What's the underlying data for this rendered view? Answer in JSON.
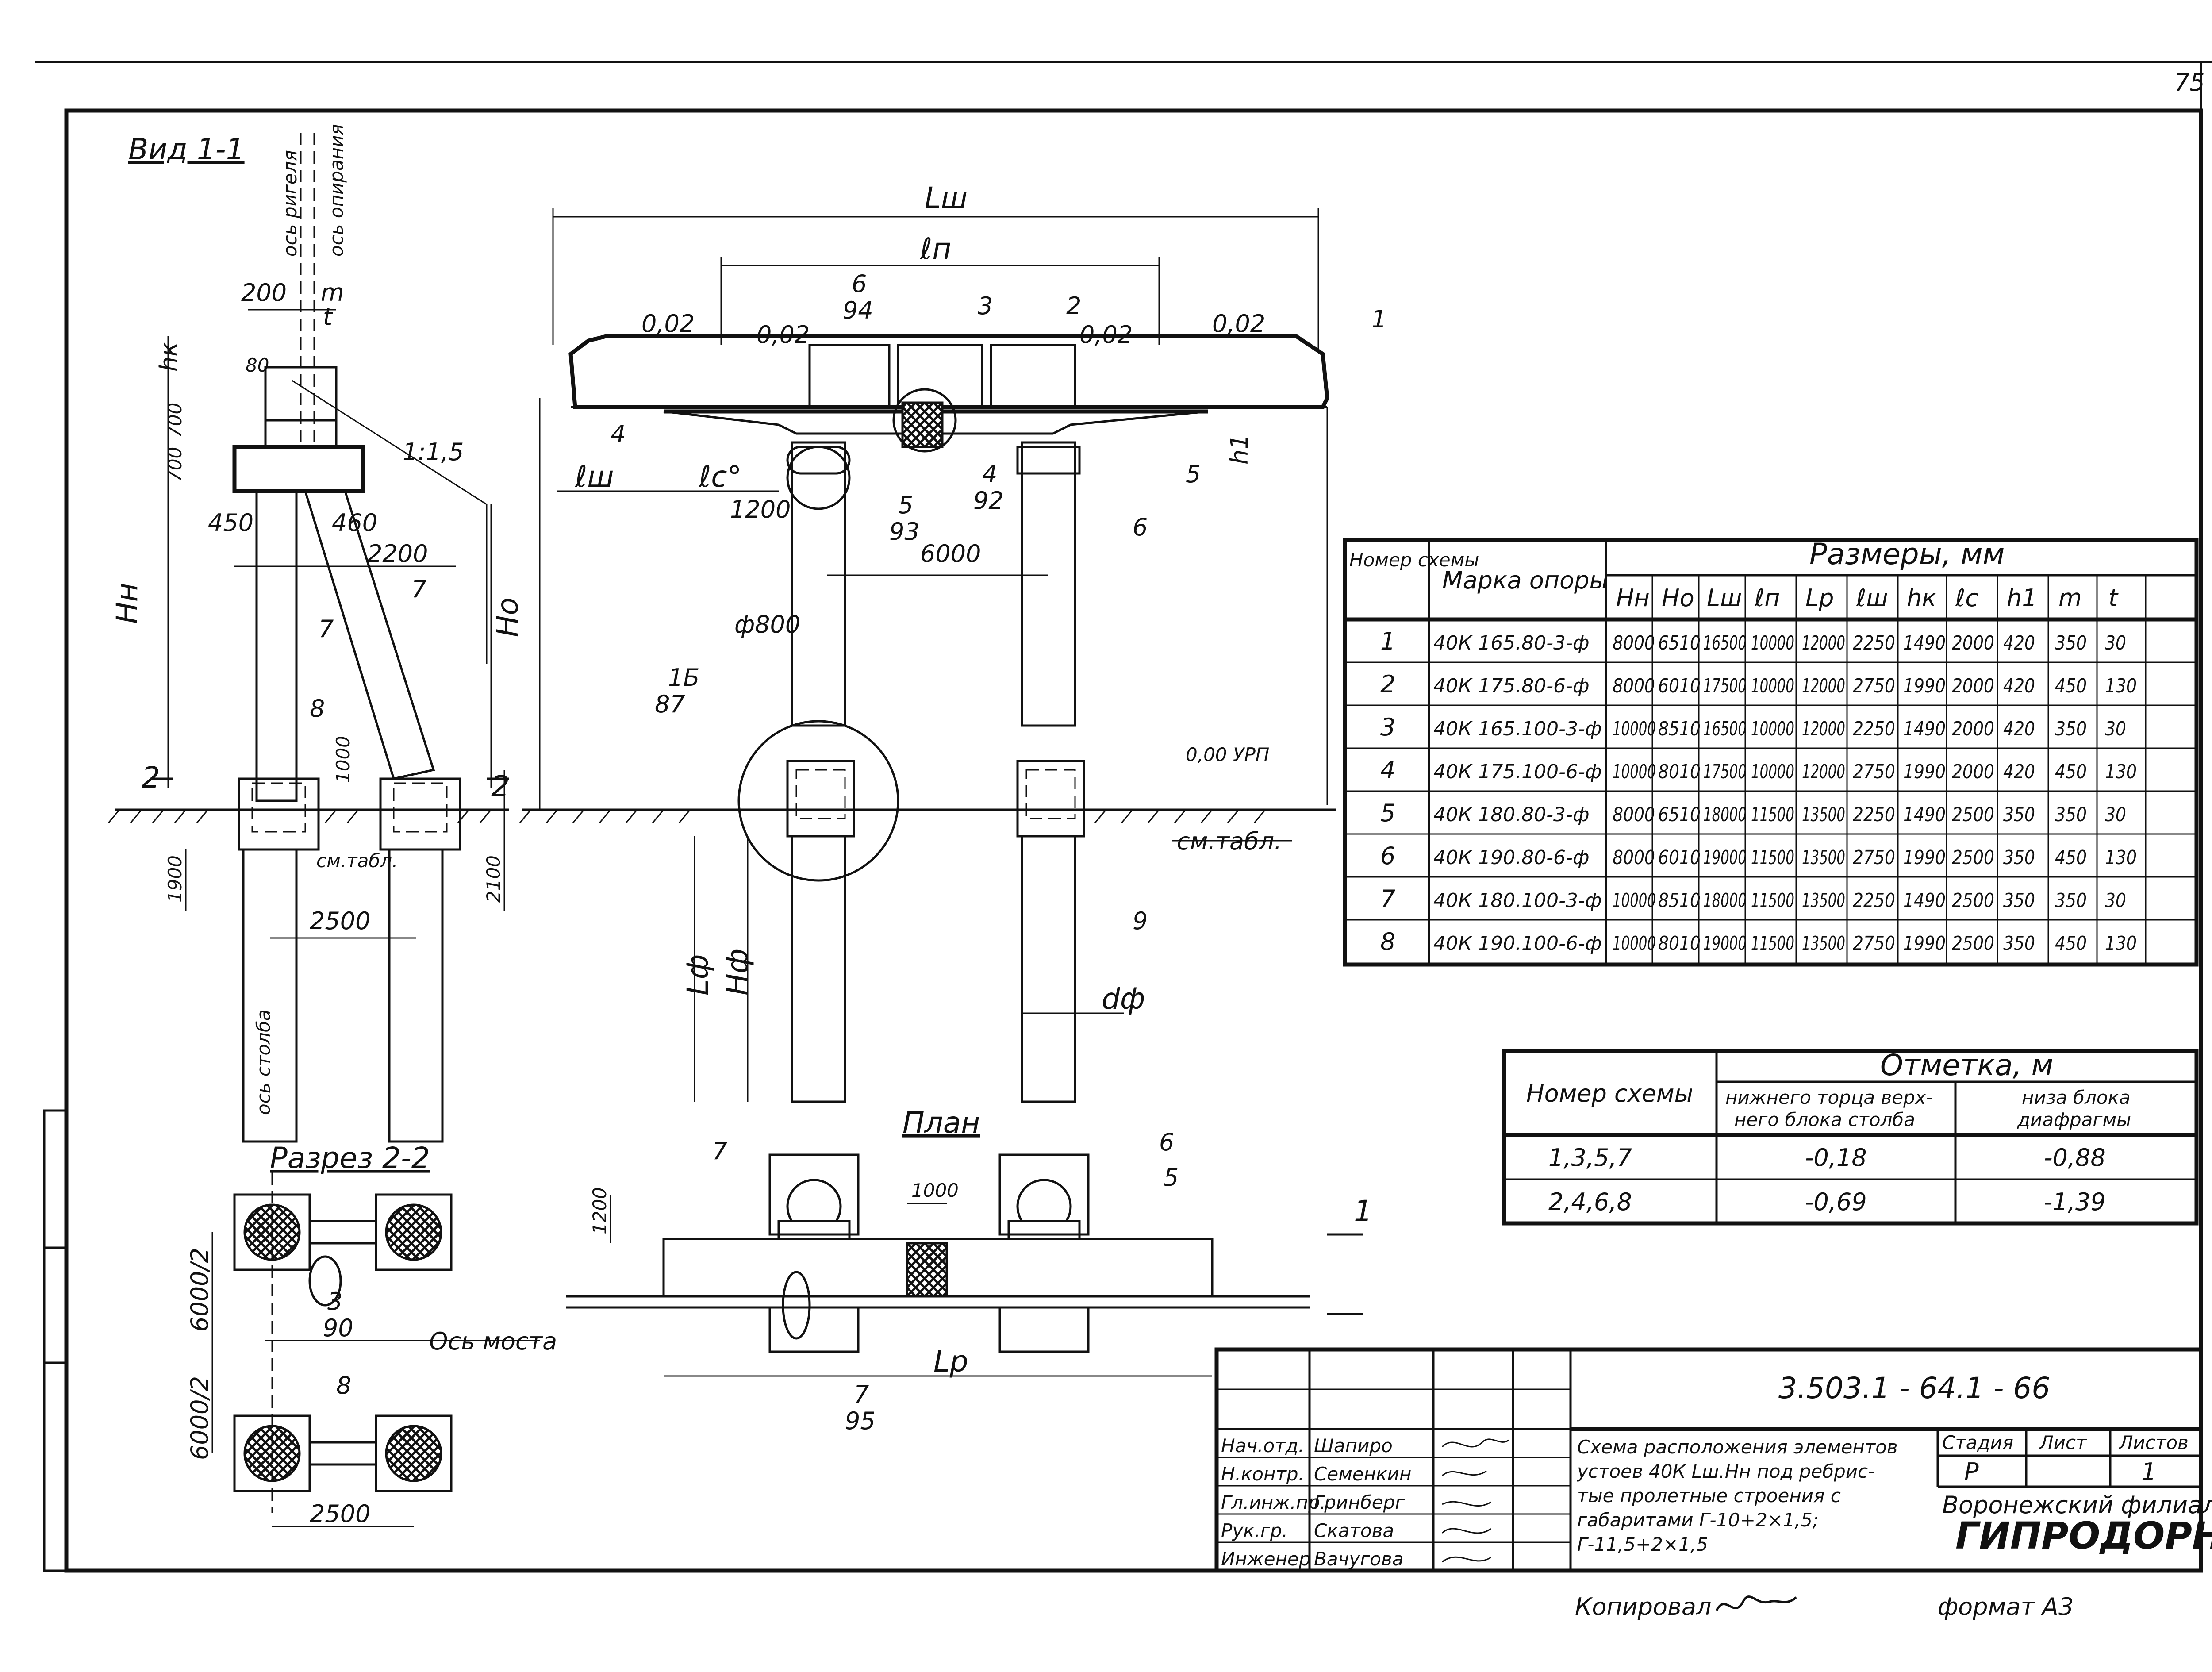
{
  "page_number": "75",
  "view_title": "Вид 1-1",
  "section_title": "Разрез 2-2",
  "plan_title": "План",
  "axis_labels": {
    "girder_axis": "ось ригеля",
    "support_axis": "ось опирания",
    "pillar_axis": "ось столба",
    "bridge_axis": "Ось моста"
  },
  "dimensions": {
    "L_sh": "Lш",
    "l_p": "ℓп",
    "l_sh": "ℓш",
    "l_c": "ℓс°",
    "d200": "200",
    "m": "m",
    "t": "t",
    "d80": "80",
    "h_k": "hк",
    "d700a": "700",
    "d700b": "700",
    "slope": "1:1,5",
    "d450": "450",
    "d460": "460",
    "d2200": "2200",
    "H_n": "Нн",
    "H_o": "Но",
    "d1900": "1900",
    "d2100": "2100",
    "d2500a": "2500",
    "d1000": "1000",
    "d1200": "1200",
    "d6000": "6000",
    "phi800": "ф800",
    "h1": "h1",
    "L_f": "Lф",
    "H_f": "Нф",
    "d_f": "dф",
    "L_p": "Lр",
    "d1000plan": "1000",
    "d1200plan": "1200",
    "d6000_2a": "6000/2",
    "d6000_2b": "6000/2",
    "d2500b": "2500",
    "slope_002_a": "0,02",
    "slope_002_b": "0,02",
    "slope_002_c": "0,02",
    "slope_002_d": "0,02",
    "level_000": "0,00 УРП",
    "see_table_a": "см.табл.",
    "see_table_b": "см.табл."
  },
  "callouts": [
    {
      "num": "1"
    },
    {
      "num": "2"
    },
    {
      "num": "3"
    },
    {
      "num": "4"
    },
    {
      "num": "5"
    },
    {
      "num": "6"
    },
    {
      "num": "7"
    },
    {
      "num": "8"
    },
    {
      "num": "9"
    }
  ],
  "refs": [
    {
      "top": "6",
      "bottom": "94"
    },
    {
      "top": "4",
      "bottom": "92"
    },
    {
      "top": "5",
      "bottom": "93"
    },
    {
      "top": "1Б",
      "bottom": "87"
    },
    {
      "top": "3",
      "bottom": "90"
    },
    {
      "top": "7",
      "bottom": "95"
    }
  ],
  "section_mark": "1",
  "section_mark_2": "2",
  "dimensions_table": {
    "header_scheme": "Номер схемы",
    "header_mark": "Марка опоры",
    "header_sizes": "Размеры, мм",
    "columns": [
      "Нн",
      "Но",
      "Lш",
      "ℓп",
      "Lр",
      "ℓш",
      "hк",
      "ℓс",
      "h1",
      "m",
      "t"
    ],
    "rows": [
      {
        "n": "1",
        "mark": "40К 165.80-3-ф",
        "v": [
          "8000",
          "6510",
          "16500",
          "10000",
          "12000",
          "2250",
          "1490",
          "2000",
          "420",
          "350",
          "30"
        ]
      },
      {
        "n": "2",
        "mark": "40К 175.80-6-ф",
        "v": [
          "8000",
          "6010",
          "17500",
          "10000",
          "12000",
          "2750",
          "1990",
          "2000",
          "420",
          "450",
          "130"
        ]
      },
      {
        "n": "3",
        "mark": "40К 165.100-3-ф",
        "v": [
          "10000",
          "8510",
          "16500",
          "10000",
          "12000",
          "2250",
          "1490",
          "2000",
          "420",
          "350",
          "30"
        ]
      },
      {
        "n": "4",
        "mark": "40К 175.100-6-ф",
        "v": [
          "10000",
          "8010",
          "17500",
          "10000",
          "12000",
          "2750",
          "1990",
          "2000",
          "420",
          "450",
          "130"
        ]
      },
      {
        "n": "5",
        "mark": "40К 180.80-3-ф",
        "v": [
          "8000",
          "6510",
          "18000",
          "11500",
          "13500",
          "2250",
          "1490",
          "2500",
          "350",
          "350",
          "30"
        ]
      },
      {
        "n": "6",
        "mark": "40К 190.80-6-ф",
        "v": [
          "8000",
          "6010",
          "19000",
          "11500",
          "13500",
          "2750",
          "1990",
          "2500",
          "350",
          "450",
          "130"
        ]
      },
      {
        "n": "7",
        "mark": "40К 180.100-3-ф",
        "v": [
          "10000",
          "8510",
          "18000",
          "11500",
          "13500",
          "2250",
          "1490",
          "2500",
          "350",
          "350",
          "30"
        ]
      },
      {
        "n": "8",
        "mark": "40К 190.100-6-ф",
        "v": [
          "10000",
          "8010",
          "19000",
          "11500",
          "13500",
          "2750",
          "1990",
          "2500",
          "350",
          "450",
          "130"
        ]
      }
    ]
  },
  "elevation_table": {
    "header_scheme": "Номер схемы",
    "header_mark": "Отметка, м",
    "col1_line1": "нижнего торца верх-",
    "col1_line2": "него блока столба",
    "col2_line1": "низа блока",
    "col2_line2": "диафрагмы",
    "rows": [
      {
        "schemes": "1,3,5,7",
        "a": "-0,18",
        "b": "-0,88"
      },
      {
        "schemes": "2,4,6,8",
        "a": "-0,69",
        "b": "-1,39"
      }
    ]
  },
  "title_block": {
    "doc_code": "3.503.1 - 64.1 - 66",
    "roles": [
      {
        "role": "Нач.отд.",
        "name": "Шапиро"
      },
      {
        "role": "Н.контр.",
        "name": "Семенкин"
      },
      {
        "role": "Гл.инж.пр.",
        "name": "Гринберг"
      },
      {
        "role": "Рук.гр.",
        "name": "Скатова"
      },
      {
        "role": "Инженер",
        "name": "Вачугова"
      }
    ],
    "description": [
      "Схема расположения элементов",
      "устоев 40К Lш.Нн под ребрис-",
      "тые пролетные строения с",
      "габаритами Г-10+2×1,5;",
      "Г-11,5+2×1,5"
    ],
    "stage_label": "Стадия",
    "sheet_label": "Лист",
    "sheets_label": "Листов",
    "stage": "Р",
    "sheet": "1",
    "sheets": "",
    "org_line1": "Воронежский филиал",
    "org_line2": "ГИПРОДОРНИИ"
  },
  "copied_label": "Копировал",
  "format_label": "формат А3"
}
